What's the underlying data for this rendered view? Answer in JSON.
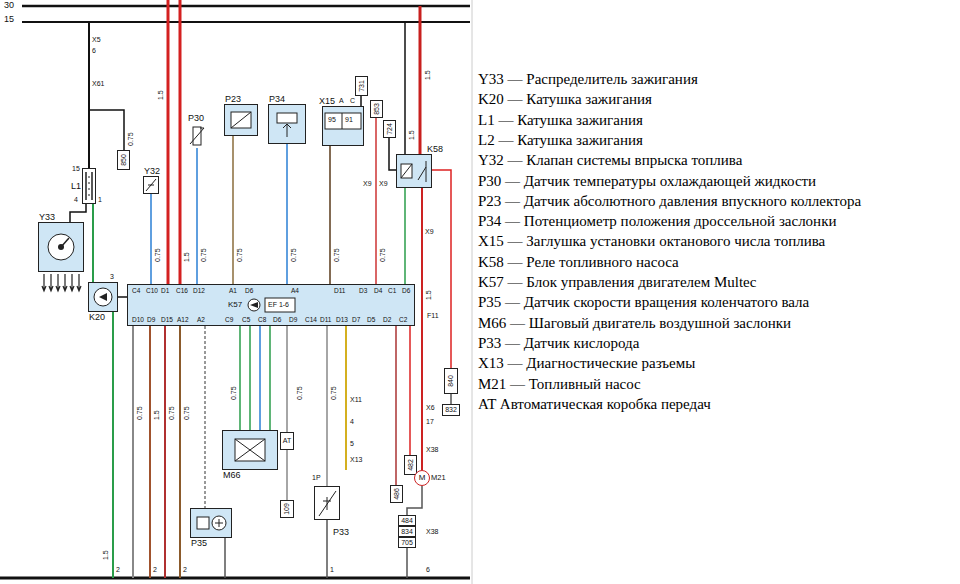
{
  "diagram": {
    "nodes": [
      {
        "text": [
          "Y33"
        ]
      },
      {
        "text": [
          "L1"
        ]
      },
      {
        "text": [
          "K20"
        ]
      },
      {
        "text": [
          "850"
        ]
      },
      {
        "text": [
          "Y32"
        ]
      },
      {
        "text": [
          "P30"
        ]
      },
      {
        "text": [
          "P23"
        ]
      },
      {
        "text": [
          "P34"
        ]
      },
      {
        "text": [
          "X15",
          "95",
          "91"
        ]
      },
      {
        "text": [
          "731"
        ]
      },
      {
        "text": [
          "853"
        ]
      },
      {
        "text": [
          "724"
        ]
      },
      {
        "text": [
          "K58"
        ]
      },
      {
        "text": [
          "K57",
          "EF 1-6",
          "C4",
          "C10",
          "D1",
          "C16",
          "D12",
          "A1",
          "D6",
          "A4",
          "D11",
          "D3",
          "D4",
          "C1",
          "D6",
          "D10",
          "D9",
          "D15",
          "A12",
          "A2",
          "C9",
          "C5",
          "C8",
          "D6",
          "D9",
          "C14",
          "D11",
          "D13",
          "D7",
          "D5",
          "D2",
          "C2"
        ]
      },
      {
        "text": [
          "M66"
        ]
      },
      {
        "text": [
          "AT"
        ]
      },
      {
        "text": [
          "109"
        ]
      },
      {
        "text": [
          "P35"
        ]
      },
      {
        "text": [
          "P33"
        ]
      },
      {
        "text": [
          "482"
        ]
      },
      {
        "text": [
          "M",
          "M21"
        ]
      },
      {
        "text": [
          "486"
        ]
      },
      {
        "text": [
          "484"
        ]
      },
      {
        "text": [
          "834"
        ]
      },
      {
        "text": [
          "705"
        ]
      },
      {
        "text": [
          "840"
        ]
      },
      {
        "text": [
          "832"
        ]
      }
    ],
    "edges": [
      {
        "from": 1,
        "to": 0,
        "arrow": "none"
      },
      {
        "from": 4,
        "to": 13,
        "arrow": "none"
      },
      {
        "from": 5,
        "to": 13,
        "arrow": "none"
      },
      {
        "from": 6,
        "to": 13,
        "arrow": "none"
      },
      {
        "from": 7,
        "to": 13,
        "arrow": "none"
      },
      {
        "from": 9,
        "to": 8,
        "arrow": "none"
      },
      {
        "from": 8,
        "to": 13,
        "arrow": "none"
      },
      {
        "from": 10,
        "to": 13,
        "arrow": "none"
      },
      {
        "from": 11,
        "to": 12,
        "arrow": "none"
      },
      {
        "from": 12,
        "to": 13,
        "arrow": "none"
      },
      {
        "from": 13,
        "to": 2,
        "arrow": "none"
      },
      {
        "from": 13,
        "to": 14,
        "arrow": "none"
      },
      {
        "from": 13,
        "to": 15,
        "arrow": "none"
      },
      {
        "from": 15,
        "to": 16,
        "arrow": "none"
      },
      {
        "from": 13,
        "to": 17,
        "arrow": "none"
      },
      {
        "from": 13,
        "to": 18,
        "arrow": "none"
      },
      {
        "from": 13,
        "to": 21,
        "arrow": "none"
      },
      {
        "from": 13,
        "to": 19,
        "arrow": "none"
      },
      {
        "from": 12,
        "to": 20,
        "arrow": "none"
      },
      {
        "from": 20,
        "to": 22,
        "arrow": "none"
      },
      {
        "from": 12,
        "to": 25,
        "arrow": "none"
      },
      {
        "from": 25,
        "to": 26,
        "arrow": "none"
      }
    ],
    "labels": [
      "30",
      "15",
      "X5",
      "6",
      "X61",
      "15",
      "1",
      "4",
      "3",
      "1.5",
      "2",
      "0.75",
      "0.75",
      "1.5",
      "1.5",
      "0.75",
      "0.75",
      "0.75",
      "0.75",
      "0.75",
      "1.5",
      "1.5",
      "X9",
      "X9",
      "X9",
      "A",
      "C",
      "F11",
      "0.75",
      "1.5",
      "0.75",
      "0.75",
      "0.75",
      "0.75",
      "0.75",
      "X11",
      "4",
      "5",
      "X13",
      "1P",
      "1.5",
      "X6",
      "17",
      "X38",
      "X38",
      "2",
      "2",
      "1",
      "6",
      "Y33 — Распределитель зажигания",
      "K20 — Катушка зажигания",
      "L1 — Катушка зажигания",
      "L2 — Катушка зажигания",
      "Y32 — Клапан системы впрыска топлива",
      "P30 — Датчик температуры охлаждающей жидкости",
      "P23 — Датчик абсолютного давления впускного коллектора",
      "P34 — Потенциометр положения дроссельной заслонки",
      "X15 — Заглушка установки октанового числа топлива",
      "K58 — Реле топливного насоса",
      "K57 — Блок управления двигателем Multec",
      "P35 — Датчик скорости вращения коленчатого вала",
      "M66 — Шаговый двигатель воздушной заслонки",
      "P33 — Датчик кислорода",
      "X13 — Диагностические разъемы",
      "M21 — Топливный насос",
      "AT Автоматическая коробка передач"
    ]
  }
}
